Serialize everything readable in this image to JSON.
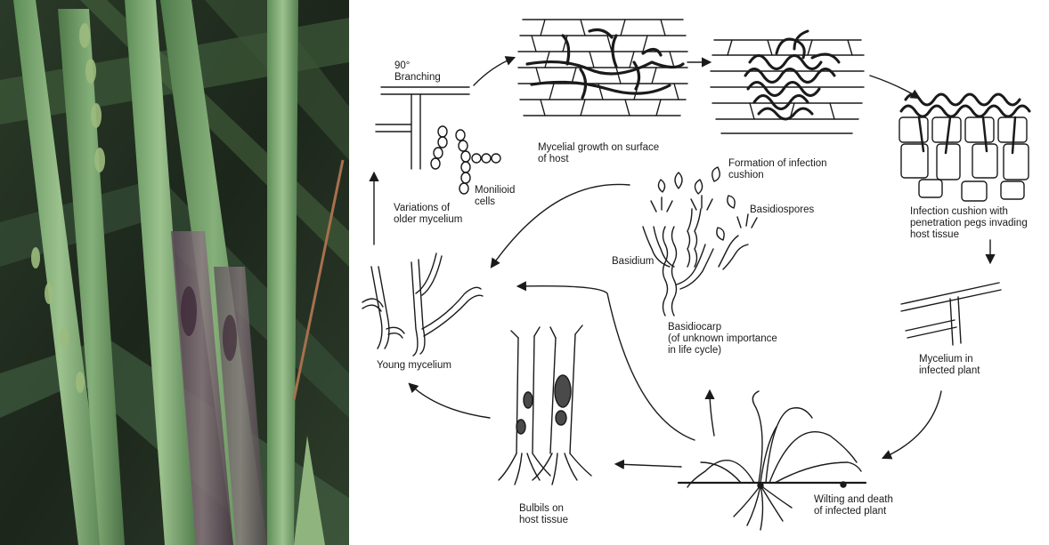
{
  "labels": {
    "branching": "90°\nBranching",
    "mycelial_growth": "Mycelial growth on surface\nof host",
    "infection_cushion_formation": "Formation of infection\ncushion",
    "infection_cushion_pegs": "Infection cushion with\npenetration pegs invading\nhost tissue",
    "moniloid_cells": "Monilioid\ncells",
    "older_mycelium": "Variations of\nolder mycelium",
    "basidiospores": "Basidiospores",
    "basidium": "Basidium",
    "basidiocarp": "Basidiocarp\n(of unknown importance\nin life cycle)",
    "young_mycelium": "Young mycelium",
    "mycelium_infected": "Mycelium in\ninfected plant",
    "bulbils": "Bulbils on\nhost tissue",
    "wilting": "Wilting and death\nof infected plant"
  },
  "colors": {
    "ink": "#1a1a1a",
    "leaf_green": "#6f9a63",
    "dark_bg": "#1f2a1e",
    "lesion_purple": "#6a4a5e",
    "bulbil_dark": "#4a4a4a"
  }
}
